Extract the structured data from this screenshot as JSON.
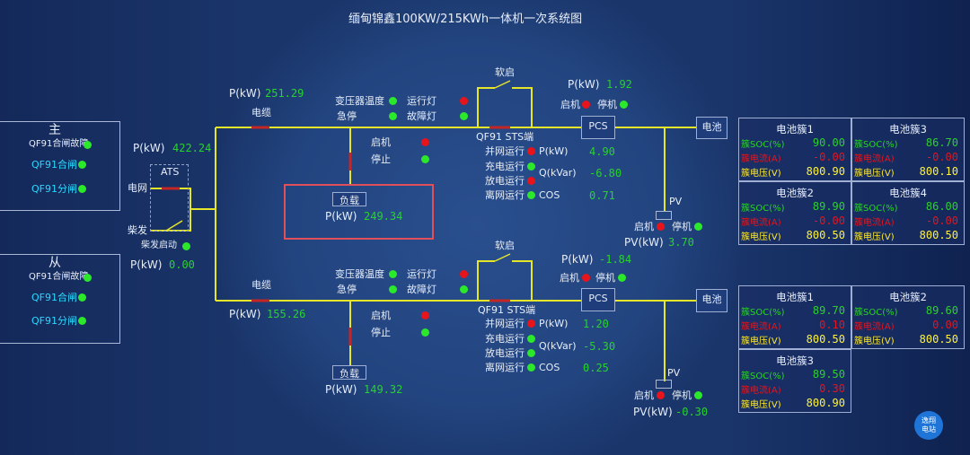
{
  "title": "缅甸锦鑫100KW/215KWh一体机一次系统图",
  "labels": {
    "pkw": "P(kW)",
    "qkvar": "Q(kVar)",
    "cos": "COS",
    "cable": "电缆",
    "transformer_temp": "变压器温度",
    "estop": "急停",
    "run_light": "运行灯",
    "fault_light": "故障灯",
    "start": "启机",
    "stop": "停止",
    "shutdown": "停机",
    "load": "负载",
    "soft_start": "软启",
    "sts": "QF91 STS端",
    "grid_run": "并网运行",
    "charge_run": "充电运行",
    "discharge_run": "放电运行",
    "offgrid_run": "离网运行",
    "pcs": "PCS",
    "battery": "电池",
    "pv": "PV",
    "pvkw": "PV(kW)",
    "ats": "ATS",
    "grid": "电网",
    "diesel": "柴发",
    "diesel_start": "柴发启动"
  },
  "master": {
    "title": "主",
    "items": [
      "QF91合闸故障",
      "QF91合闸",
      "QF91分闸"
    ]
  },
  "slave": {
    "title": "从",
    "items": [
      "QF91合闸故障",
      "QF91合闸",
      "QF91分闸"
    ]
  },
  "ats": {
    "p_in": "422.24",
    "p_diesel": "0.00"
  },
  "top": {
    "cable_p": "251.29",
    "load_p": "249.34",
    "pcs_p": "1.92",
    "sts_p": "4.90",
    "sts_q": "-6.80",
    "sts_cos": "0.71",
    "pv_kw": "3.70"
  },
  "bottom": {
    "cable_p": "155.26",
    "load_p": "149.32",
    "pcs_p": "-1.84",
    "sts_p": "1.20",
    "sts_q": "-5.30",
    "sts_cos": "0.25",
    "pv_kw": "-0.30"
  },
  "cluster_labels": {
    "soc": "簇SOC(%)",
    "current": "簇电流(A)",
    "voltage": "簇电压(V)"
  },
  "clusters_top": [
    {
      "name": "电池簇1",
      "soc": "90.00",
      "current": "-0.00",
      "voltage": "800.90"
    },
    {
      "name": "电池簇3",
      "soc": "86.70",
      "current": "-0.00",
      "voltage": "800.10"
    },
    {
      "name": "电池簇2",
      "soc": "89.90",
      "current": "-0.00",
      "voltage": "800.50"
    },
    {
      "name": "电池簇4",
      "soc": "86.00",
      "current": "-0.00",
      "voltage": "800.50"
    }
  ],
  "clusters_bottom": [
    {
      "name": "电池簇1",
      "soc": "89.70",
      "current": "0.10",
      "voltage": "800.50"
    },
    {
      "name": "电池簇2",
      "soc": "89.60",
      "current": "0.00",
      "voltage": "800.50"
    },
    {
      "name": "电池簇3",
      "soc": "89.50",
      "current": "0.30",
      "voltage": "800.90"
    }
  ],
  "watermark": "逸翔电站"
}
